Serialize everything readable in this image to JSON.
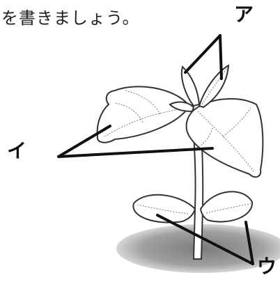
{
  "instruction": "を書きましょう。",
  "labels": {
    "a": "ア",
    "i": "イ",
    "u": "ウ"
  },
  "colors": {
    "line": "#111111",
    "shadow": "#9a9a9a",
    "outline": "#333333",
    "background": "#ffffff"
  }
}
